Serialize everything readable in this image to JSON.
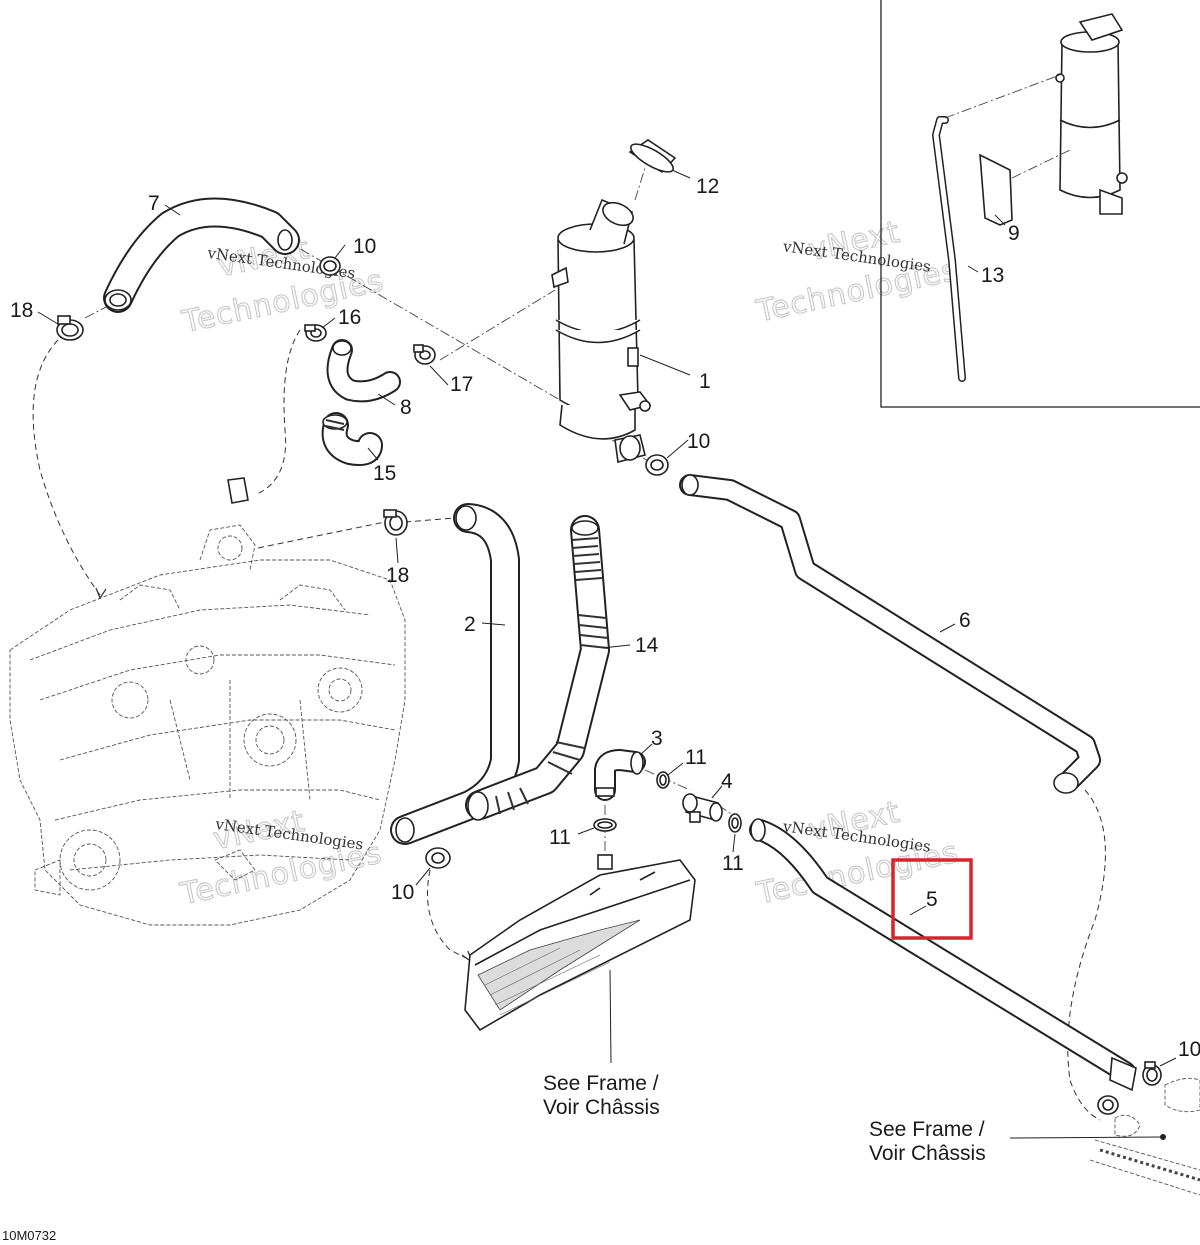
{
  "callouts": {
    "c1": "1",
    "c2": "2",
    "c3": "3",
    "c4": "4",
    "c5": "5",
    "c6": "6",
    "c7": "7",
    "c8": "8",
    "c9": "9",
    "c10a": "10",
    "c10b": "10",
    "c10c": "10",
    "c10d": "10",
    "c11a": "11",
    "c11b": "11",
    "c11c": "11",
    "c12": "12",
    "c13": "13",
    "c14": "14",
    "c15": "15",
    "c16": "16",
    "c17": "17",
    "c18a": "18",
    "c18b": "18"
  },
  "notes": {
    "frame_left_line1": "See Frame /",
    "frame_left_line2": "Voir Châssis",
    "frame_right_line1": "See Frame /",
    "frame_right_line2": "Voir Châssis"
  },
  "watermark": {
    "small": "vNext Technologies",
    "big_line1": "vNext",
    "big_line2": "Technologies"
  },
  "drawing_code": "10M0732",
  "colors": {
    "highlight": "#d9232d",
    "line": "#222222",
    "watermark": "#c8c8c8"
  }
}
